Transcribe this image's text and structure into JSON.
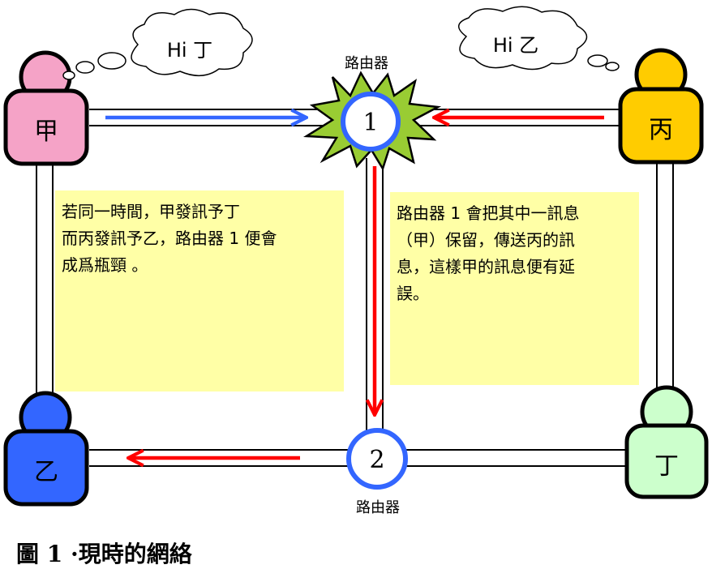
{
  "nodes": {
    "jia": {
      "label": "甲",
      "color": "#f5a3c7"
    },
    "bing": {
      "label": "丙",
      "color": "#ffcc00"
    },
    "yi": {
      "label": "乙",
      "color": "#3366ff"
    },
    "ding": {
      "label": "丁",
      "color": "#ccffcc"
    }
  },
  "routers": {
    "r1": {
      "number": "1",
      "label": "路由器"
    },
    "r2": {
      "number": "2",
      "label": "路由器"
    }
  },
  "bubbles": {
    "left": {
      "text": "Hi 丁"
    },
    "right": {
      "text": "Hi 乙"
    }
  },
  "notes": {
    "left": "若同一時間，甲發訊予丁\n而丙發訊予乙，路由器 1 便會\n成爲瓶頸 。",
    "right": "路由器 1 會把其中一訊息\n（甲）保留，傳送丙的訊\n息，這樣甲的訊息便有延\n誤。"
  },
  "caption": "圖 1 ·現時的網絡",
  "colors": {
    "blue_arrow": "#3366ff",
    "red_arrow": "#ff0000",
    "starburst": "#99cc33",
    "router_ring": "#3366ff",
    "note_bg": "#ffffa6"
  }
}
